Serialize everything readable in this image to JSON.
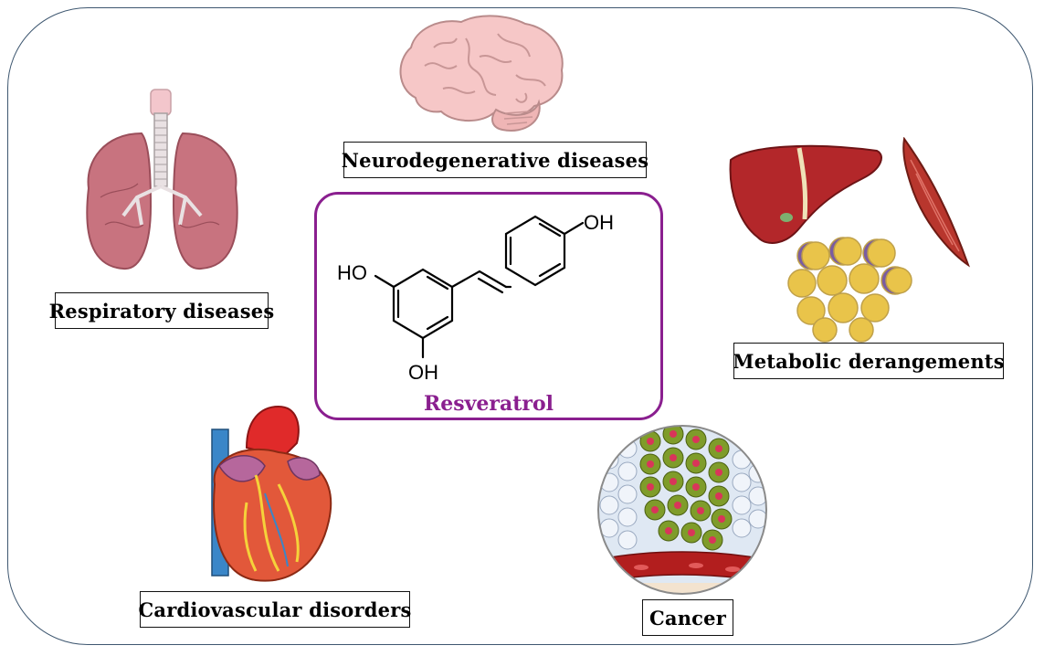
{
  "center": {
    "compound_name": "Resveratrol",
    "groups": {
      "oh_top": "OH",
      "oh_left": "HO",
      "oh_bottom": "OH"
    }
  },
  "labels": {
    "neuro": "Neurodegenerative diseases",
    "respiratory": "Respiratory diseases",
    "metabolic": "Metabolic derangements",
    "cardio": "Cardiovascular disorders",
    "cancer": "Cancer"
  },
  "colors": {
    "frame": "#3e5770",
    "accent": "#8a1f8f",
    "label_border": "#111111"
  },
  "icons": [
    "brain-icon",
    "lungs-icon",
    "liver-icon",
    "muscle-icon",
    "fat-cells-icon",
    "heart-icon",
    "tumor-cells-icon"
  ]
}
